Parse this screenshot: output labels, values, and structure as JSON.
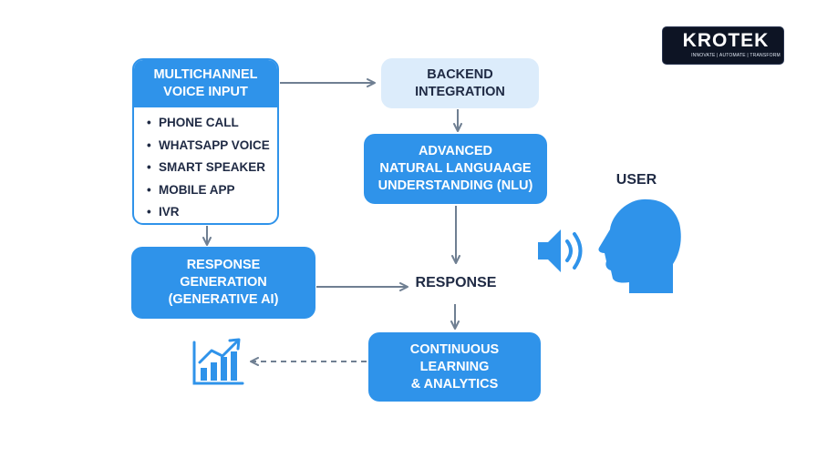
{
  "multichannel": {
    "title_line1": "MULTICHANNEL",
    "title_line2": "VOICE INPUT",
    "channels": [
      "PHONE CALL",
      "WHATSAPP VOICE",
      "SMART SPEAKER",
      "MOBILE APP",
      "IVR"
    ],
    "bullet": "•"
  },
  "backend": {
    "line1": "BACKEND",
    "line2": "INTEGRATION"
  },
  "nlu": {
    "line1": "ADVANCED",
    "line2": "NATURAL LANGUAAGE",
    "line3": "UNDERSTANDING (NLU)"
  },
  "generation": {
    "line1": "RESPONSE",
    "line2": "GENERATION",
    "line3": "(GENERATIVE AI)"
  },
  "response": {
    "label": "RESPONSE"
  },
  "learning": {
    "line1": "CONTINUOUS",
    "line2": "LEARNING",
    "line3": "& ANALYTICS"
  },
  "user": {
    "label": "USER"
  },
  "logo": {
    "wordmark": "KROTEK",
    "tagline": "INNOVATE | AUTOMATE | TRANSFORM"
  },
  "colors": {
    "primary_blue": "#2f93ea",
    "pale_blue": "#dcecfb",
    "arrow_gray": "#6f7f92",
    "text_dark": "#1f2a44",
    "logo_bg": "#0d1424"
  },
  "icons": [
    "speaker-icon",
    "user-head-icon",
    "analytics-chart-icon",
    "circuit-icon"
  ]
}
